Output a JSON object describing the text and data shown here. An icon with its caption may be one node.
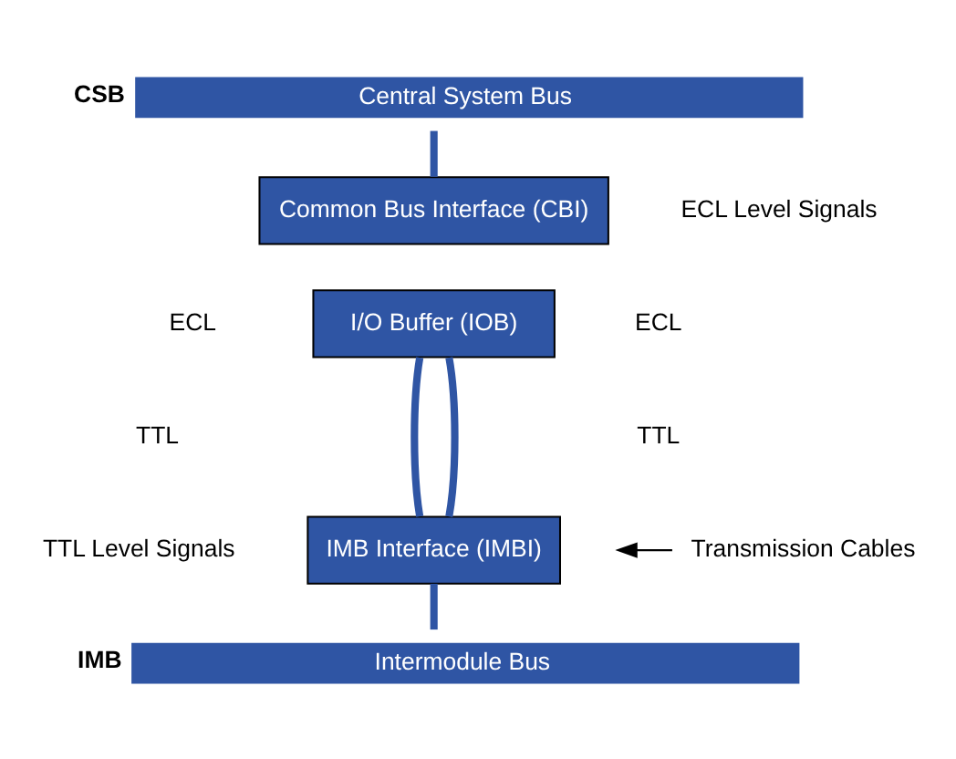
{
  "diagram": {
    "nodes": [
      {
        "text": [
          "Central System Bus"
        ],
        "beside": [
          "CSB"
        ]
      },
      {
        "text": [
          "Common Bus Interface (CBI)"
        ]
      },
      {
        "text": [
          "I/O Buffer (IOB)"
        ]
      },
      {
        "text": [
          "IMB Interface (IMBI)"
        ]
      },
      {
        "text": [
          "Intermodule Bus"
        ],
        "beside": [
          "IMB"
        ]
      },
      {
        "text": [
          "Transmission Cables"
        ]
      }
    ],
    "edges": [
      {
        "from": 0,
        "to": 1,
        "arrow": "none"
      },
      {
        "from": 2,
        "to": 3,
        "arrow": "none"
      },
      {
        "from": 2,
        "to": 3,
        "arrow": "none"
      },
      {
        "from": 3,
        "to": 4,
        "arrow": "none"
      },
      {
        "from": 5,
        "to": null,
        "arrow": "to",
        "color": "#000000"
      }
    ],
    "labels": [
      "ECL Level Signals",
      "ECL",
      "TTL",
      "ECL",
      "TTL",
      "TTL Level Signals"
    ]
  }
}
